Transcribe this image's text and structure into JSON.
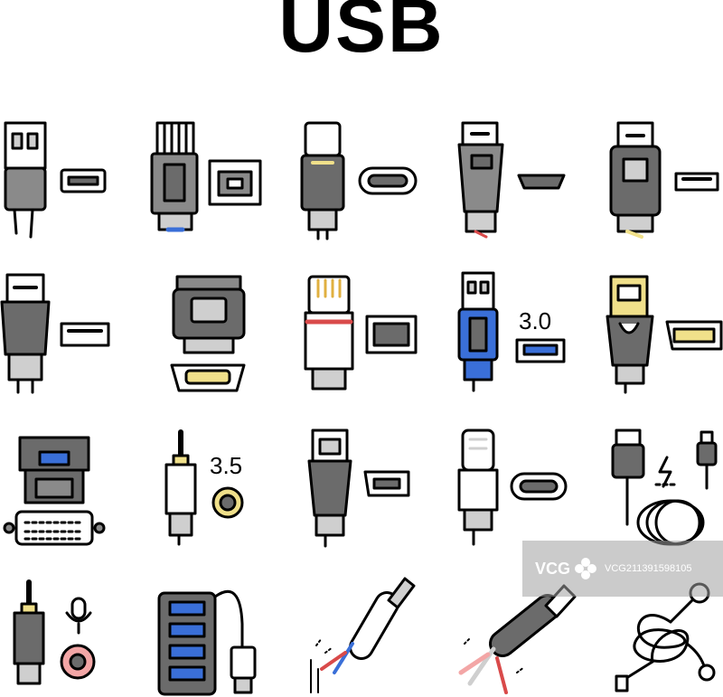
{
  "title": "USB",
  "labels": {
    "usb3": "3.0",
    "jack": "3.5"
  },
  "watermark": {
    "logo": "VCG",
    "id": "VCG211391598105"
  },
  "colors": {
    "outline": "#000000",
    "gray_dark": "#6b6b6b",
    "gray_mid": "#8a8a8a",
    "gray_light": "#cfcfcf",
    "blue": "#3a6fd8",
    "yellow": "#f0e08a",
    "red": "#d94a4a",
    "pink": "#f3a6a6",
    "white": "#ffffff"
  },
  "icons": [
    "usb-a-plug-icon",
    "usb-b-plug-icon",
    "usb-c-plug-icon",
    "mini-usb-plug-icon",
    "micro-usb-plug-icon",
    "hdmi-plug-icon",
    "usb3-micro-b-plug-icon",
    "ethernet-rj45-plug-icon",
    "usb3-plug-icon",
    "displayport-plug-icon",
    "dvi-vga-connector-icon",
    "audio-jack-3-5-icon",
    "firewire-plug-icon",
    "lightning-plug-icon",
    "coiled-charging-cable-icon",
    "microphone-jack-icon",
    "usb-hub-icon",
    "broken-cable-icon",
    "damaged-usb-cable-icon",
    "tangled-earphones-icon"
  ]
}
